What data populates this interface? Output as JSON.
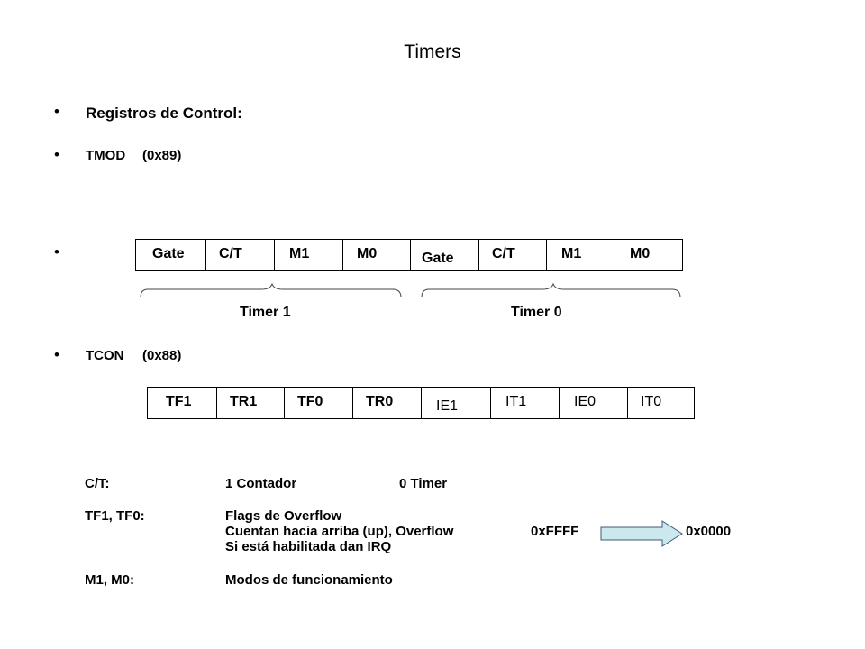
{
  "title": "Timers",
  "bullets": {
    "b1": "Registros de Control:",
    "b2": "TMOD",
    "b2_addr": "(0x89)",
    "b4": "TCON",
    "b4_addr": "(0x88)",
    "bullet_char": "•"
  },
  "tmod": {
    "cells": [
      "Gate",
      "C/T",
      "M1",
      "M0",
      "Gate",
      "C/T",
      "M1",
      "M0"
    ],
    "group_labels": [
      "Timer 1",
      "Timer 0"
    ]
  },
  "tcon": {
    "cells": [
      "TF1",
      "TR1",
      "TF0",
      "TR0",
      "IE1",
      "IT1",
      "IE0",
      "IT0"
    ]
  },
  "notes": {
    "ct_key": "C/T:",
    "ct_v1": "1 Contador",
    "ct_v2": "0 Timer",
    "tf_key": "TF1, TF0:",
    "tf_l1": "Flags de Overflow",
    "tf_l2": "Cuentan hacia arriba (up), Overflow",
    "tf_from": "0xFFFF",
    "tf_to": "0x0000",
    "tf_l3": "Si está habilitada dan IRQ",
    "m_key": "M1, M0:",
    "m_val": "Modos de funcionamiento"
  },
  "colors": {
    "arrow_fill": "#cce8ef",
    "arrow_stroke": "#3c5a78"
  }
}
